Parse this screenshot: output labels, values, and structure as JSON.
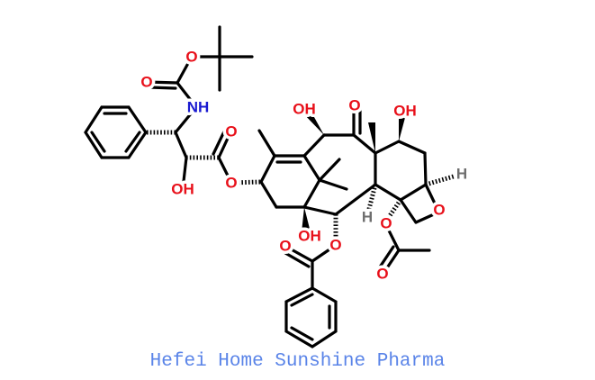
{
  "compound_labels": {
    "O": "O",
    "OH": "OH",
    "NH": "NH",
    "H": "H"
  },
  "caption": "Hefei Home Sunshine Pharma",
  "colors": {
    "oxygen": "#e8101a",
    "nitrogen": "#1a1ad0",
    "hydrogen": "#6e6e6e",
    "caption": "#5a84e8"
  }
}
